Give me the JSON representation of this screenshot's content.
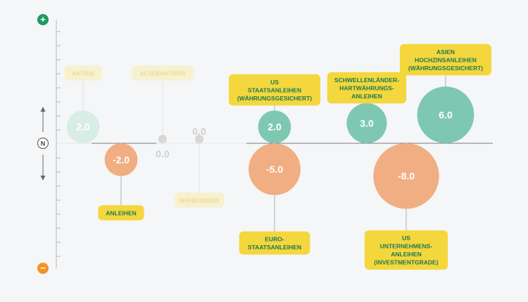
{
  "chart_data": {
    "type": "bubble",
    "colors": {
      "positive": "#7ec8b2",
      "negative": "#f0ae82",
      "neutral": "#d7d7d7",
      "label_bg": "#f4d73c",
      "label_text": "#1a7a55",
      "plus_marker": "#1f9a5e",
      "minus_marker": "#f39324",
      "axis": "#9a9a9a"
    },
    "axis": {
      "plus_symbol": "+",
      "neutral_symbol": "N",
      "minus_symbol": "−"
    },
    "points": [
      {
        "label": [
          "AKTIEN"
        ],
        "value": 2.0,
        "value_label": "2.0",
        "faded": true,
        "color": "#d8ede5"
      },
      {
        "label": [
          "ANLEIHEN"
        ],
        "value": -2.0,
        "value_label": "-2.0",
        "faded": false,
        "color": "#f0ae82"
      },
      {
        "label": [
          "ALTERNATIVEN"
        ],
        "value": 0.0,
        "value_label": "0.0",
        "faded": true,
        "color": "#d7d7d7"
      },
      {
        "label": [
          "WÄHRUNGEN"
        ],
        "value": 0.0,
        "value_label": "0.0",
        "faded": true,
        "color": "#d7d7d7"
      },
      {
        "label": [
          "US",
          "STAATSANLEIHEN",
          "(WÄHRUNGSGESICHERT)"
        ],
        "value": 2.0,
        "value_label": "2.0",
        "faded": false,
        "color": "#7ec8b2"
      },
      {
        "label": [
          "EURO-",
          "STAATSANLEIHEN"
        ],
        "value": -5.0,
        "value_label": "-5.0",
        "faded": false,
        "color": "#f0ae82"
      },
      {
        "label": [
          "SCHWELLENLÄNDER-",
          "HARTWÄHRUNGS-",
          "ANLEIHEN"
        ],
        "value": 3.0,
        "value_label": "3.0",
        "faded": false,
        "color": "#7ec8b2"
      },
      {
        "label": [
          "US",
          "UNTERNEHMENS-",
          "ANLEIHEN",
          "(INVESTMENTGRADE)"
        ],
        "value": -8.0,
        "value_label": "-8.0",
        "faded": false,
        "color": "#f0ae82"
      },
      {
        "label": [
          "ASIEN",
          "HOCHZINSANLEIHEN",
          "(WÄHRUNGSGESICHERT)"
        ],
        "value": 6.0,
        "value_label": "6.0",
        "faded": false,
        "color": "#7ec8b2"
      }
    ]
  }
}
